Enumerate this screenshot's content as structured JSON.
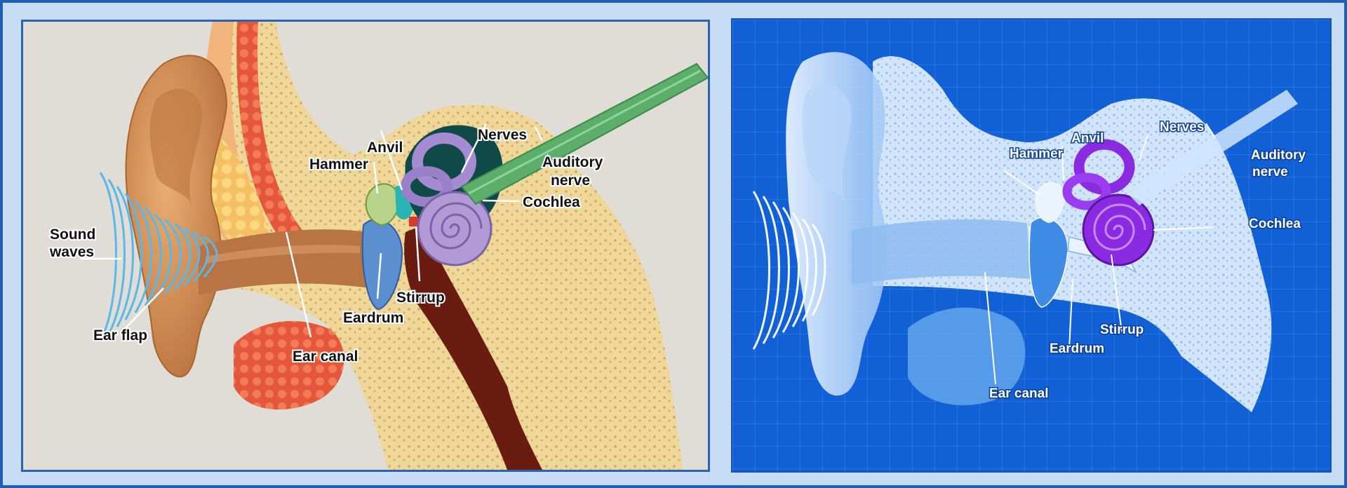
{
  "left_diagram": {
    "labels": {
      "sound_waves_1": "Sound",
      "sound_waves_2": "waves",
      "ear_flap": "Ear flap",
      "ear_canal": "Ear canal",
      "eardrum": "Eardrum",
      "hammer": "Hammer",
      "anvil": "Anvil",
      "stirrup": "Stirrup",
      "nerves": "Nerves",
      "auditory_nerve_1": "Auditory",
      "auditory_nerve_2": "nerve",
      "cochlea": "Cochlea"
    }
  },
  "right_diagram": {
    "labels": {
      "hammer": "Hammer",
      "anvil": "Anvil",
      "nerves": "Nerves",
      "auditory_nerve_1": "Auditory",
      "auditory_nerve_2": "nerve",
      "cochlea": "Cochlea",
      "stirrup": "Stirrup",
      "eardrum": "Eardrum",
      "ear_canal": "Ear canal"
    }
  },
  "colors": {
    "frame_border": "#1f5fb8",
    "frame_fill": "#c6ddf5",
    "left_background": "#e0dcd6",
    "right_background": "#1160d6",
    "cochlea_left": "#b29ad6",
    "cochlea_right": "#8a2be2",
    "nerve_green": "#5cae6a"
  }
}
